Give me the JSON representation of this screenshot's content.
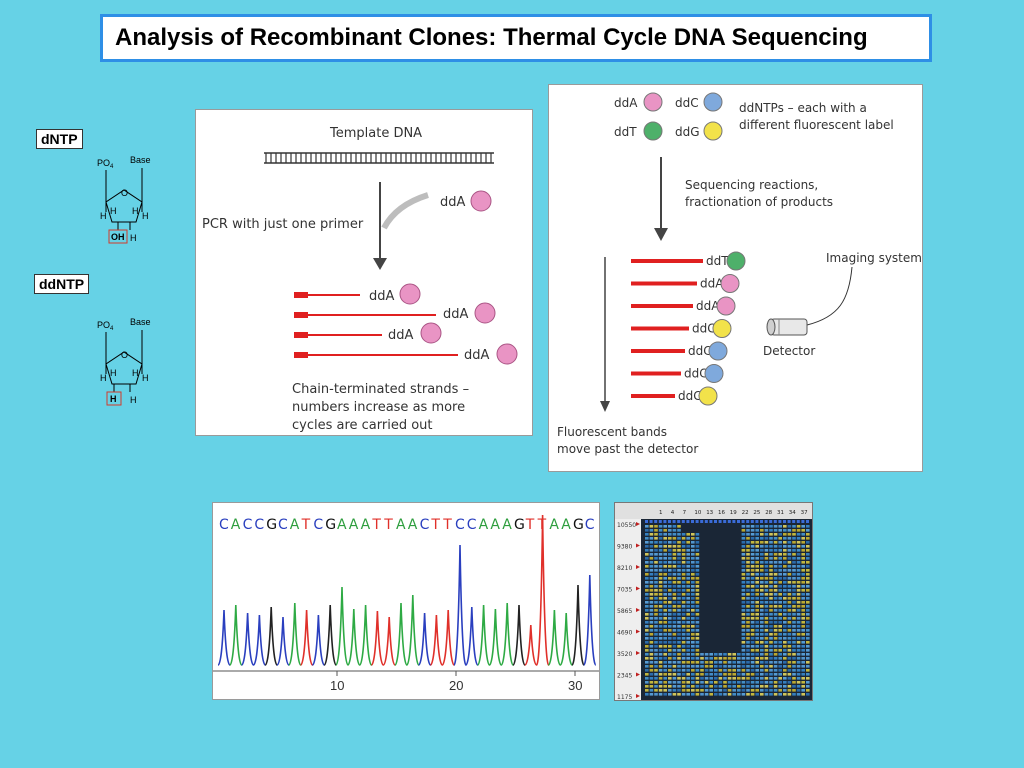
{
  "title": "Analysis of Recombinant Clones: Thermal Cycle DNA Sequencing",
  "dntp": {
    "tag": "dNTP",
    "po4": "PO",
    "po4_sub": "4",
    "base": "Base",
    "o": "O",
    "h1": "H",
    "h2": "H",
    "h3": "H",
    "h4": "H",
    "oh": "OH",
    "h5": "H"
  },
  "ddntp": {
    "tag": "ddNTP",
    "po4": "PO",
    "po4_sub": "4",
    "base": "Base",
    "o": "O",
    "h1": "H",
    "h2": "H",
    "h3": "H",
    "h4": "H",
    "h_box": "H",
    "h5": "H"
  },
  "pcr_panel": {
    "template_label": "Template DNA",
    "primer_label": "PCR with just one primer",
    "dda_label": "ddA",
    "strand_labels": [
      "ddA",
      "ddA",
      "ddA",
      "ddA"
    ],
    "caption": [
      "Chain-terminated strands –",
      "numbers increase as more",
      "cycles are carried out"
    ]
  },
  "seq_panel": {
    "legend": [
      {
        "label": "ddA",
        "color": "#e994c4"
      },
      {
        "label": "ddC",
        "color": "#7fa9dc"
      },
      {
        "label": "ddT",
        "color": "#4eb06a"
      },
      {
        "label": "ddG",
        "color": "#f2e24a"
      }
    ],
    "legend_note": [
      "ddNTPs – each with a",
      "different fluorescent label"
    ],
    "reaction_note": [
      "Sequencing reactions,",
      "fractionation of products"
    ],
    "bands": [
      {
        "label": "ddT",
        "color": "#4eb06a"
      },
      {
        "label": "ddA",
        "color": "#e994c4"
      },
      {
        "label": "ddA",
        "color": "#e994c4"
      },
      {
        "label": "ddG",
        "color": "#f2e24a"
      },
      {
        "label": "ddC",
        "color": "#7fa9dc"
      },
      {
        "label": "ddC",
        "color": "#7fa9dc"
      },
      {
        "label": "ddG",
        "color": "#f2e24a"
      }
    ],
    "imaging_label": "Imaging system",
    "detector_label": "Detector",
    "bands_caption": [
      "Fluorescent bands",
      "move past the detector"
    ]
  },
  "chromatogram": {
    "sequence": "CACCGCATCGAAATTAACTTCCAAAGTTAAGC",
    "ticks": [
      "10",
      "20",
      "30"
    ]
  },
  "gel": {
    "size_labels": [
      "10550",
      "9380",
      "8210",
      "7035",
      "5865",
      "4690",
      "3520",
      "2345",
      "1175"
    ],
    "lane_labels": [
      "1",
      "4",
      "7",
      "10",
      "13",
      "16",
      "19",
      "22",
      "25",
      "28",
      "31",
      "34",
      "37"
    ]
  }
}
